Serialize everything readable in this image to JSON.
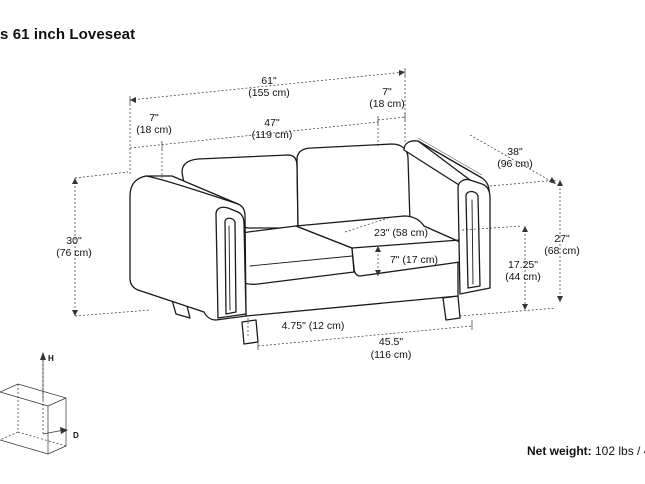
{
  "title": "s 61 inch  Loveseat",
  "dimensions": {
    "overall_width": {
      "in": "61\"",
      "cm": "(155 cm)"
    },
    "arm_right": {
      "in": "7\"",
      "cm": "(18 cm)"
    },
    "arm_left": {
      "in": "7\"",
      "cm": "(18 cm)"
    },
    "seat_width": {
      "in": "47\"",
      "cm": "(119 cm)"
    },
    "overall_depth": {
      "in": "38\"",
      "cm": "(96 cm)"
    },
    "overall_height": {
      "in": "30\"",
      "cm": "(76 cm)"
    },
    "arm_height": {
      "in": "27\"",
      "cm": "(68 cm)"
    },
    "seat_height": {
      "in": "17.25\"",
      "cm": "(44 cm)"
    },
    "seat_depth": {
      "label": "23\" (58 cm)"
    },
    "cushion_thickness": {
      "label": "7\" (17 cm)"
    },
    "leg_height": {
      "label": "4.75\" (12 cm)"
    },
    "base_width": {
      "in": "45.5\"",
      "cm": "(116 cm)"
    }
  },
  "axis_labels": {
    "height": "H",
    "depth": "D"
  },
  "net_weight": {
    "label": "Net weight:",
    "value": " 102 lbs / 4"
  }
}
